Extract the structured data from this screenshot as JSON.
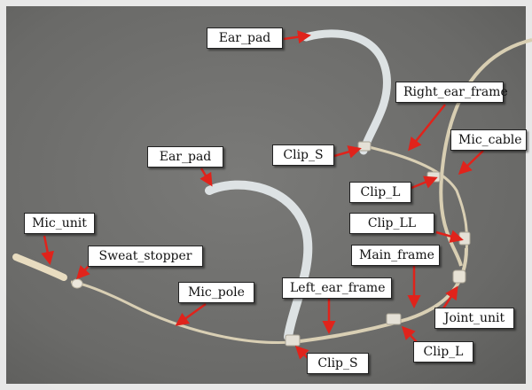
{
  "labels": {
    "ear_pad_top": "Ear_pad",
    "ear_pad_left": "Ear_pad",
    "right_ear_frame": "Right_ear_frame",
    "mic_cable": "Mic_cable",
    "clip_s_top": "Clip_S",
    "clip_l_top": "Clip_L",
    "clip_ll": "Clip_LL",
    "mic_unit": "Mic_unit",
    "sweat_stopper": "Sweat_stopper",
    "main_frame": "Main_frame",
    "mic_pole": "Mic_pole",
    "left_ear_frame": "Left_ear_frame",
    "joint_unit": "Joint_unit",
    "clip_l_bottom": "Clip_L",
    "clip_s_bottom": "Clip_S"
  },
  "colors": {
    "background": "#6e6e6c",
    "arrow": "#e0231b",
    "wire": "#d9cfb4",
    "pad": "#e6ebee"
  }
}
